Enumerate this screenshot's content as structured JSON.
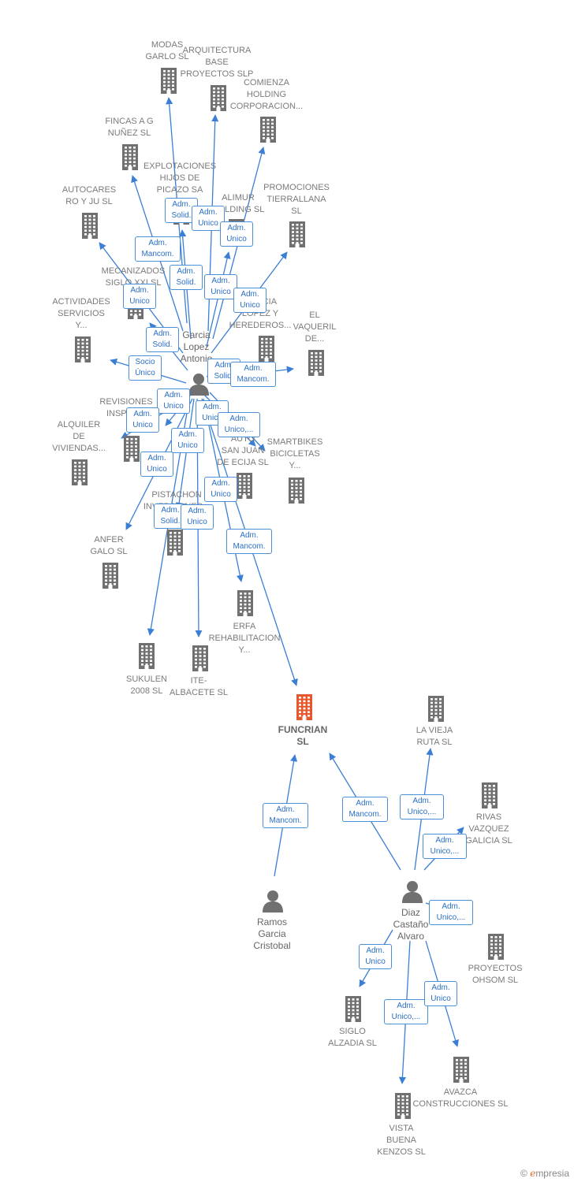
{
  "colors": {
    "edge": "#3a7fd5",
    "building": "#707070",
    "focus": "#e8572b",
    "person": "#707070",
    "tag_border": "#4a8fd8",
    "tag_text": "#2b6fc7"
  },
  "companies": [
    {
      "id": "funcrian",
      "lines": [
        "FUNCRIAN",
        "SL"
      ],
      "main": true
    },
    {
      "id": "modas-garlo",
      "lines": [
        "MODAS",
        "GARLO SL"
      ]
    },
    {
      "id": "arquitectura-base",
      "lines": [
        "ARQUITECTURA",
        "BASE",
        "PROYECTOS SLP"
      ]
    },
    {
      "id": "comienza-holding",
      "lines": [
        "COMIENZA",
        "HOLDING",
        "CORPORACION..."
      ]
    },
    {
      "id": "fincas-ag-nunez",
      "lines": [
        "FINCAS A G",
        "NUÑEZ  SL"
      ]
    },
    {
      "id": "explotaciones-picazo",
      "lines": [
        "EXPLOTACIONES",
        "HIJOS DE",
        "PICAZO SA"
      ]
    },
    {
      "id": "autocares-roju",
      "lines": [
        "AUTOCARES",
        "RO Y JU SL"
      ]
    },
    {
      "id": "alimur-holding",
      "lines": [
        "ALIMUR",
        "HOLDING SL"
      ]
    },
    {
      "id": "promociones-tierrallana",
      "lines": [
        "PROMOCIONES",
        "TIERRALLANA",
        "SL"
      ]
    },
    {
      "id": "mecanizados-siglo-xxi",
      "lines": [
        "MECANIZADOS",
        "SIGLO XXI SL"
      ]
    },
    {
      "id": "actividades-servicios",
      "lines": [
        "ACTIVIDADES",
        "SERVICIOS",
        "Y..."
      ]
    },
    {
      "id": "garcia-herederos",
      "lines": [
        "GARCIA",
        "LOPEZ Y",
        "HEREDEROS..."
      ]
    },
    {
      "id": "el-vaqueril",
      "lines": [
        "EL",
        "VAQUERIL",
        "DE..."
      ]
    },
    {
      "id": "revisiones-inspec",
      "lines": [
        "REVISIONES",
        "INSPEC..."
      ]
    },
    {
      "id": "alquiler-viviendas",
      "lines": [
        "ALQUILER",
        "DE",
        "VIVIENDAS..."
      ]
    },
    {
      "id": "auto-san-juan",
      "lines": [
        "AUTO",
        "SAN JUAN",
        "DE ECIJA  SL"
      ]
    },
    {
      "id": "smartbikes",
      "lines": [
        "SMARTBIKES",
        "BICICLETAS",
        "Y..."
      ]
    },
    {
      "id": "pistachon",
      "lines": [
        "PISTACHON",
        "INVERSIONES..."
      ]
    },
    {
      "id": "anfer-galo",
      "lines": [
        "ANFER",
        "GALO SL"
      ]
    },
    {
      "id": "erfa-rehabilitacion",
      "lines": [
        "ERFA",
        "REHABILITACION",
        "Y..."
      ]
    },
    {
      "id": "sukulen-2008",
      "lines": [
        "SUKULEN",
        "2008  SL"
      ]
    },
    {
      "id": "ite-albacete",
      "lines": [
        "ITE-",
        "ALBACETE SL"
      ]
    },
    {
      "id": "la-vieja-ruta",
      "lines": [
        "LA VIEJA",
        "RUTA  SL"
      ]
    },
    {
      "id": "rivas-vazquez",
      "lines": [
        "RIVAS",
        "VAZQUEZ",
        "GALICIA SL"
      ]
    },
    {
      "id": "proyectos-ohsom",
      "lines": [
        "PROYECTOS",
        "OHSOM  SL"
      ]
    },
    {
      "id": "siglo-alzadia",
      "lines": [
        "SIGLO",
        "ALZADIA  SL"
      ]
    },
    {
      "id": "avazca",
      "lines": [
        "AVAZCA",
        "CONSTRUCCIONES SL"
      ]
    },
    {
      "id": "vista-buena-kenzos",
      "lines": [
        "VISTA",
        "BUENA",
        "KENZOS  SL"
      ]
    }
  ],
  "persons": [
    {
      "id": "garcia-lopez",
      "lines": [
        "Garcia",
        "Lopez",
        "Antonio"
      ]
    },
    {
      "id": "ramos-garcia",
      "lines": [
        "Ramos",
        "Garcia",
        "Cristobal"
      ]
    },
    {
      "id": "diaz-castano",
      "lines": [
        "Diaz",
        "Castaño",
        "Alvaro"
      ]
    }
  ],
  "relations": [
    {
      "from": "garcia-lopez",
      "to": "modas-garlo",
      "lines": [
        "Adm.",
        "Solid."
      ]
    },
    {
      "from": "garcia-lopez",
      "to": "arquitectura-base",
      "lines": [
        "Adm.",
        "Unico"
      ]
    },
    {
      "from": "garcia-lopez",
      "to": "comienza-holding",
      "lines": [
        "Adm.",
        "Unico"
      ]
    },
    {
      "from": "garcia-lopez",
      "to": "fincas-ag-nunez",
      "lines": [
        "Adm.",
        "Mancom."
      ]
    },
    {
      "from": "garcia-lopez",
      "to": "explotaciones-picazo",
      "lines": [
        "Adm.",
        "Solid."
      ]
    },
    {
      "from": "garcia-lopez",
      "to": "alimur-holding",
      "lines": [
        "Adm.",
        "Unico"
      ]
    },
    {
      "from": "garcia-lopez",
      "to": "promociones-tierrallana",
      "lines": [
        "Adm.",
        "Unico"
      ]
    },
    {
      "from": "garcia-lopez",
      "to": "autocares-roju",
      "lines": [
        "Adm.",
        "Unico"
      ]
    },
    {
      "from": "garcia-lopez",
      "to": "mecanizados-siglo-xxi",
      "lines": [
        "Adm.",
        "Solid."
      ]
    },
    {
      "from": "garcia-lopez",
      "to": "actividades-servicios",
      "lines": [
        "Socio",
        "Único"
      ]
    },
    {
      "from": "garcia-lopez",
      "to": "garcia-herederos",
      "lines": [
        "Adm.",
        "Solid."
      ]
    },
    {
      "from": "garcia-lopez",
      "to": "el-vaqueril",
      "lines": [
        "Adm.",
        "Mancom."
      ]
    },
    {
      "from": "garcia-lopez",
      "to": "revisiones-inspec",
      "lines": [
        "Adm.",
        "Unico"
      ]
    },
    {
      "from": "garcia-lopez",
      "to": "alquiler-viviendas",
      "lines": [
        "Adm.",
        "Unico"
      ]
    },
    {
      "from": "garcia-lopez",
      "to": "auto-san-juan",
      "lines": [
        "Adm.",
        "Unico"
      ]
    },
    {
      "from": "garcia-lopez",
      "to": "smartbikes",
      "lines": [
        "Adm.",
        "Unico,..."
      ]
    },
    {
      "from": "garcia-lopez",
      "to": "anfer-galo",
      "lines": [
        "Adm.",
        "Unico"
      ]
    },
    {
      "from": "garcia-lopez",
      "to": "pistachon",
      "lines": [
        "Adm.",
        "Unico"
      ]
    },
    {
      "from": "garcia-lopez",
      "to": "erfa-rehabilitacion",
      "lines": [
        "Adm.",
        "Unico"
      ]
    },
    {
      "from": "garcia-lopez",
      "to": "sukulen-2008",
      "lines": [
        "Adm.",
        "Solid."
      ]
    },
    {
      "from": "garcia-lopez",
      "to": "ite-albacete",
      "lines": [
        "Adm.",
        "Unico"
      ]
    },
    {
      "from": "garcia-lopez",
      "to": "funcrian",
      "lines": [
        "Adm.",
        "Mancom."
      ]
    },
    {
      "from": "ramos-garcia",
      "to": "funcrian",
      "lines": [
        "Adm.",
        "Mancom."
      ]
    },
    {
      "from": "diaz-castano",
      "to": "funcrian",
      "lines": [
        "Adm.",
        "Mancom."
      ]
    },
    {
      "from": "diaz-castano",
      "to": "la-vieja-ruta",
      "lines": [
        "Adm.",
        "Unico,..."
      ]
    },
    {
      "from": "diaz-castano",
      "to": "rivas-vazquez",
      "lines": [
        "Adm.",
        "Unico,..."
      ]
    },
    {
      "from": "diaz-castano",
      "to": "proyectos-ohsom",
      "lines": [
        "Adm.",
        "Unico,..."
      ]
    },
    {
      "from": "diaz-castano",
      "to": "siglo-alzadia",
      "lines": [
        "Adm.",
        "Unico"
      ]
    },
    {
      "from": "diaz-castano",
      "to": "vista-buena-kenzos",
      "lines": [
        "Adm.",
        "Unico,..."
      ]
    },
    {
      "from": "diaz-castano",
      "to": "avazca",
      "lines": [
        "Adm.",
        "Unico"
      ]
    }
  ],
  "brand": {
    "copyright": "©",
    "name_first": "e",
    "name_rest": "mpresia"
  }
}
